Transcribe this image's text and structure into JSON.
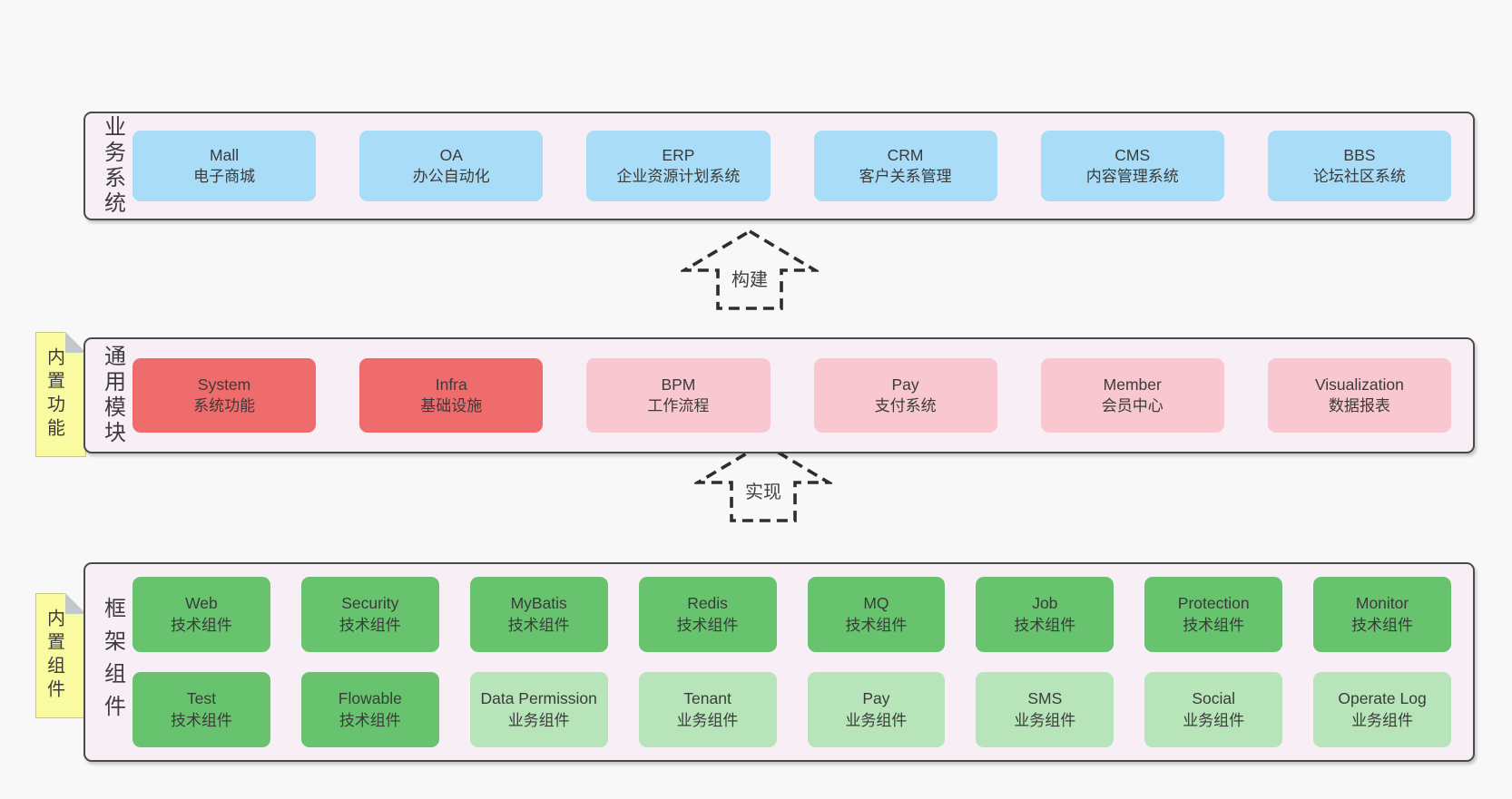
{
  "colors": {
    "background": "#f8f8f8",
    "panel_fill": "#f8eef6",
    "panel_border": "#4a4a4a",
    "box_blue": "#a9dcf6",
    "box_red": "#ef6c6c",
    "box_pink": "#f9c7d0",
    "box_green_dark": "#67c36e",
    "box_green_light": "#b7e4b9",
    "sticky_yellow": "#fafaa0",
    "text": "#3b3b3b"
  },
  "arrows": [
    {
      "label": "构建"
    },
    {
      "label": "实现"
    }
  ],
  "stickies": [
    {
      "label": "内置功能"
    },
    {
      "label": "内置组件"
    }
  ],
  "panels": {
    "business": {
      "label": "业务系统",
      "boxes": [
        {
          "name": "Mall",
          "desc": "电子商城"
        },
        {
          "name": "OA",
          "desc": "办公自动化"
        },
        {
          "name": "ERP",
          "desc": "企业资源计划系统"
        },
        {
          "name": "CRM",
          "desc": "客户关系管理"
        },
        {
          "name": "CMS",
          "desc": "内容管理系统"
        },
        {
          "name": "BBS",
          "desc": "论坛社区系统"
        }
      ]
    },
    "modules": {
      "label": "通用模块",
      "boxes": [
        {
          "name": "System",
          "desc": "系统功能"
        },
        {
          "name": "Infra",
          "desc": "基础设施"
        },
        {
          "name": "BPM",
          "desc": "工作流程"
        },
        {
          "name": "Pay",
          "desc": "支付系统"
        },
        {
          "name": "Member",
          "desc": "会员中心"
        },
        {
          "name": "Visualization",
          "desc": "数据报表"
        }
      ]
    },
    "framework": {
      "label": "框架组件",
      "row1": [
        {
          "name": "Web",
          "desc": "技术组件"
        },
        {
          "name": "Security",
          "desc": "技术组件"
        },
        {
          "name": "MyBatis",
          "desc": "技术组件"
        },
        {
          "name": "Redis",
          "desc": "技术组件"
        },
        {
          "name": "MQ",
          "desc": "技术组件"
        },
        {
          "name": "Job",
          "desc": "技术组件"
        },
        {
          "name": "Protection",
          "desc": "技术组件"
        },
        {
          "name": "Monitor",
          "desc": "技术组件"
        }
      ],
      "row2": [
        {
          "name": "Test",
          "desc": "技术组件"
        },
        {
          "name": "Flowable",
          "desc": "技术组件"
        },
        {
          "name": "Data Permission",
          "desc": "业务组件"
        },
        {
          "name": "Tenant",
          "desc": "业务组件"
        },
        {
          "name": "Pay",
          "desc": "业务组件"
        },
        {
          "name": "SMS",
          "desc": "业务组件"
        },
        {
          "name": "Social",
          "desc": "业务组件"
        },
        {
          "name": "Operate Log",
          "desc": "业务组件"
        }
      ]
    }
  }
}
